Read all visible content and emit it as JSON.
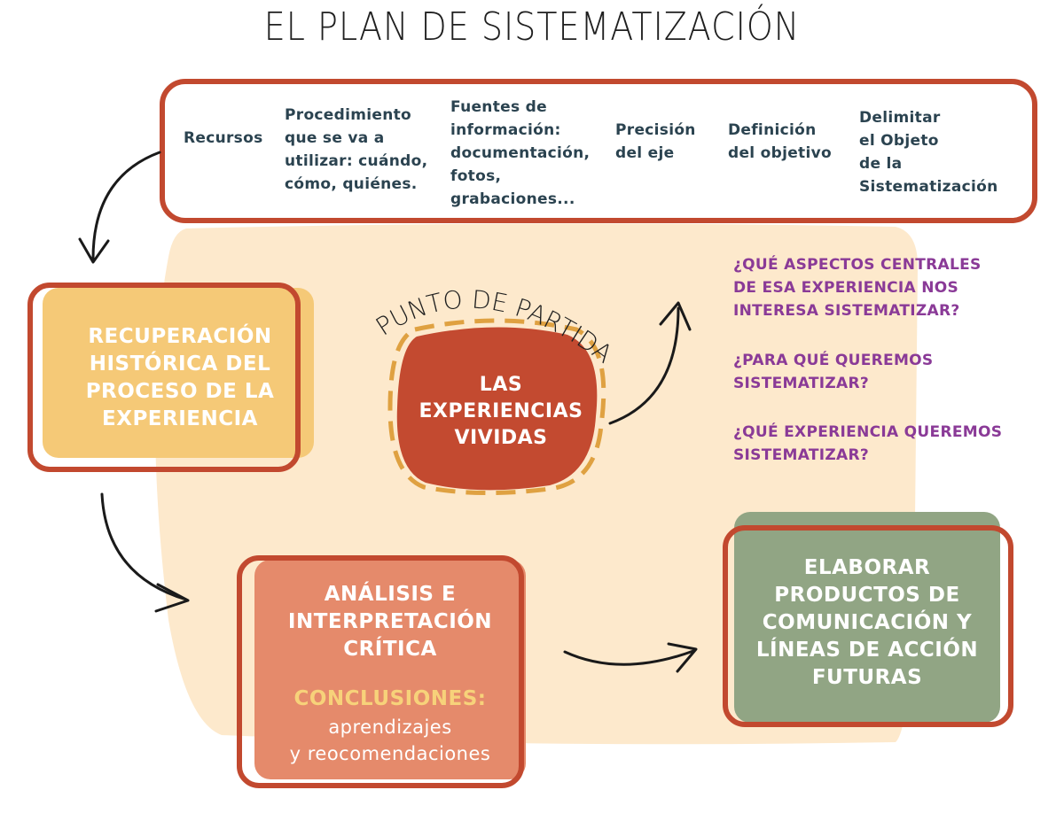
{
  "title": "EL PLAN DE SISTEMATIZACIÓN",
  "top_items": [
    "Recursos",
    "Procedimiento\nque se va a\nutilizar: cuándo,\ncómo, quiénes.",
    "Fuentes de\ninformación:\ndocumentación,\nfotos,\ngrabaciones...",
    "Precisión\ndel eje",
    "Definición\ndel objetivo",
    "Delimitar\nel Objeto\nde la\nSistematización"
  ],
  "center": {
    "arc_label": "PUNTO DE PARTIDA",
    "label": "LAS\nEXPERIENCIAS\nVIVIDAS"
  },
  "recuperacion": "RECUPERACIÓN\nHISTÓRICA DEL\nPROCESO DE LA\nEXPERIENCIA",
  "analisis": {
    "title": "ANÁLISIS E\nINTERPRETACIÓN\nCRÍTICA",
    "conclusions_label": "CONCLUSIONES:",
    "conclusions_text": "aprendizajes\ny reocomendaciones"
  },
  "elaborar": "ELABORAR\nPRODUCTOS DE\nCOMUNICACIÓN Y\nLÍNEAS DE ACCIÓN\nFUTURAS",
  "questions": [
    "¿QUÉ ASPECTOS CENTRALES\nDE ESA EXPERIENCIA NOS\nINTERESA SISTEMATIZAR?",
    "¿PARA QUÉ QUEREMOS\nSISTEMATIZAR?",
    "¿QUÉ EXPERIENCIA QUEREMOS\nSISTEMATIZAR?"
  ],
  "colors": {
    "border": "#c2492f",
    "cream": "#fde9cc",
    "yellow": "#f5c977",
    "salmon": "#e58a6b",
    "green": "#91a584",
    "red_center": "#c34a30",
    "dash": "#dfa141",
    "question": "#8a3a97",
    "top_text": "#2b4350",
    "conclusions": "#f7d27a"
  }
}
